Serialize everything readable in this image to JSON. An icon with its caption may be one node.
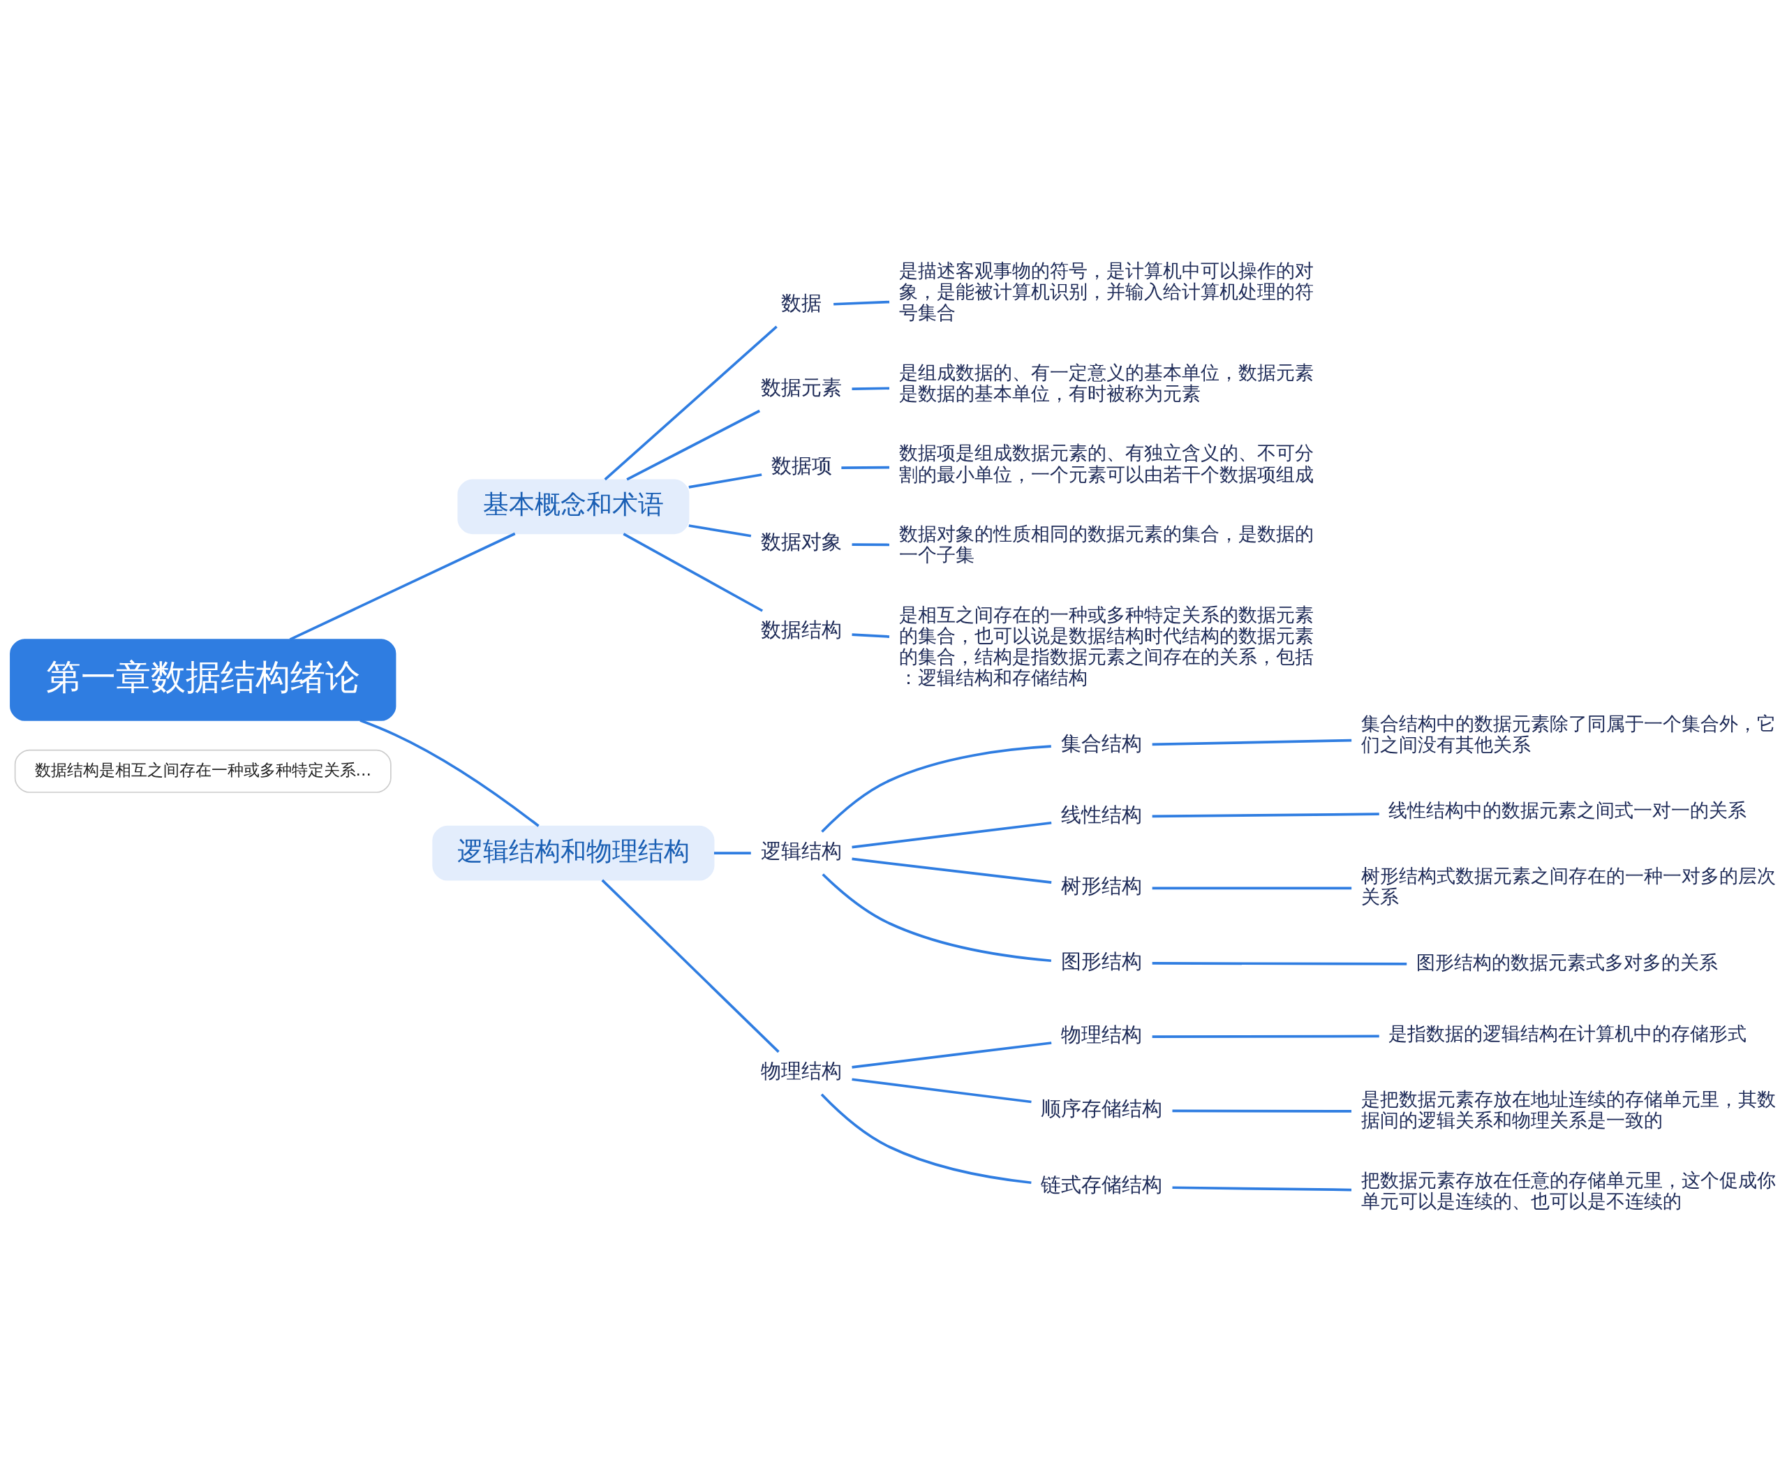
{
  "diagram": {
    "nodes": [
      {
        "text": [
          "第一章数据结构绪论"
        ]
      },
      {
        "text": [
          "数据结构是相互之间存在一种或多种特定关系..."
        ]
      },
      {
        "text": [
          "基本概念和术语"
        ]
      },
      {
        "text": [
          "数据"
        ]
      },
      {
        "text": [
          "是描述客观事物的符号，是计算机中可以操作的对象，是能被计算机识别，并输入给计算机处理的符号集合"
        ]
      },
      {
        "text": [
          "数据元素"
        ]
      },
      {
        "text": [
          "是组成数据的、有一定意义的基本单位，数据元素是数据的基本单位，有时被称为元素"
        ]
      },
      {
        "text": [
          "数据项"
        ]
      },
      {
        "text": [
          "数据项是组成数据元素的、有独立含义的、不可分割的最小单位，一个元素可以由若干个数据项组成"
        ]
      },
      {
        "text": [
          "数据对象"
        ]
      },
      {
        "text": [
          "数据对象的性质相同的数据元素的集合，是数据的一个子集"
        ]
      },
      {
        "text": [
          "数据结构"
        ]
      },
      {
        "text": [
          "是相互之间存在的一种或多种特定关系的数据元素的集合，也可以说是数据结构时代结构的数据元素的集合，结构是指数据元素之间存在的关系，包括：逻辑结构和存储结构"
        ]
      },
      {
        "text": [
          "逻辑结构和物理结构"
        ]
      },
      {
        "text": [
          "逻辑结构"
        ]
      },
      {
        "text": [
          "集合结构"
        ]
      },
      {
        "text": [
          "集合结构中的数据元素除了同属于一个集合外，它们之间没有其他关系"
        ]
      },
      {
        "text": [
          "线性结构"
        ]
      },
      {
        "text": [
          "线性结构中的数据元素之间式一对一的关系"
        ]
      },
      {
        "text": [
          "树形结构"
        ]
      },
      {
        "text": [
          "树形结构式数据元素之间存在的一种一对多的层次关系"
        ]
      },
      {
        "text": [
          "图形结构"
        ]
      },
      {
        "text": [
          "图形结构的数据元素式多对多的关系"
        ]
      },
      {
        "text": [
          "物理结构"
        ]
      },
      {
        "text": [
          "物理结构"
        ]
      },
      {
        "text": [
          "是指数据的逻辑结构在计算机中的存储形式"
        ]
      },
      {
        "text": [
          "顺序存储结构"
        ]
      },
      {
        "text": [
          "是把数据元素存放在地址连续的存储单元里，其数据间的逻辑关系和物理关系是一致的"
        ]
      },
      {
        "text": [
          "链式存储结构"
        ]
      },
      {
        "text": [
          "把数据元素存放在任意的存储单元里，这个促成你单元可以是连续的、也可以是不连续的"
        ]
      }
    ],
    "edges": [
      {
        "from": 0,
        "to": 2,
        "arrow": "none"
      },
      {
        "from": 0,
        "to": 13,
        "arrow": "none"
      },
      {
        "from": 2,
        "to": 3,
        "arrow": "none"
      },
      {
        "from": 3,
        "to": 4,
        "arrow": "none"
      },
      {
        "from": 2,
        "to": 5,
        "arrow": "none"
      },
      {
        "from": 5,
        "to": 6,
        "arrow": "none"
      },
      {
        "from": 2,
        "to": 7,
        "arrow": "none"
      },
      {
        "from": 7,
        "to": 8,
        "arrow": "none"
      },
      {
        "from": 2,
        "to": 9,
        "arrow": "none"
      },
      {
        "from": 9,
        "to": 10,
        "arrow": "none"
      },
      {
        "from": 2,
        "to": 11,
        "arrow": "none"
      },
      {
        "from": 11,
        "to": 12,
        "arrow": "none"
      },
      {
        "from": 13,
        "to": 14,
        "arrow": "none"
      },
      {
        "from": 14,
        "to": 15,
        "arrow": "none"
      },
      {
        "from": 15,
        "to": 16,
        "arrow": "none"
      },
      {
        "from": 14,
        "to": 17,
        "arrow": "none"
      },
      {
        "from": 17,
        "to": 18,
        "arrow": "none"
      },
      {
        "from": 14,
        "to": 19,
        "arrow": "none"
      },
      {
        "from": 19,
        "to": 20,
        "arrow": "none"
      },
      {
        "from": 14,
        "to": 21,
        "arrow": "none"
      },
      {
        "from": 21,
        "to": 22,
        "arrow": "none"
      },
      {
        "from": 13,
        "to": 23,
        "arrow": "none"
      },
      {
        "from": 23,
        "to": 24,
        "arrow": "none"
      },
      {
        "from": 24,
        "to": 25,
        "arrow": "none"
      },
      {
        "from": 23,
        "to": 26,
        "arrow": "none"
      },
      {
        "from": 26,
        "to": 27,
        "arrow": "none"
      },
      {
        "from": 23,
        "to": 28,
        "arrow": "none"
      },
      {
        "from": 28,
        "to": 29,
        "arrow": "none"
      }
    ]
  }
}
